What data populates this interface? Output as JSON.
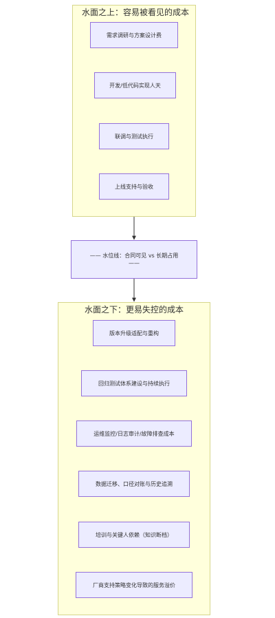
{
  "above": {
    "title": "水面之上：容易被看见的成本",
    "nodes": [
      "需求调研与方案设计费",
      "开发/低代码实现人天",
      "联调与测试执行",
      "上线支持与验收"
    ]
  },
  "waterline": {
    "label": "—— 水位线：合同可见 vs 长期占用 ——"
  },
  "below": {
    "title": "水面之下：更易失控的成本",
    "nodes": [
      "版本升级适配与重构",
      "回归测试体系建设与持续执行",
      "运维监控/日志审计/故障排查成本",
      "数据迁移、口径对账与历史追溯",
      "培训与关键人依赖（知识断档）",
      "厂商支持策略变化导致的服务溢价"
    ]
  },
  "colors": {
    "cluster_fill": "#ffffdc",
    "cluster_border": "#d6d68a",
    "node_fill": "#ececff",
    "node_border": "#9370db",
    "edge": "#333333"
  }
}
